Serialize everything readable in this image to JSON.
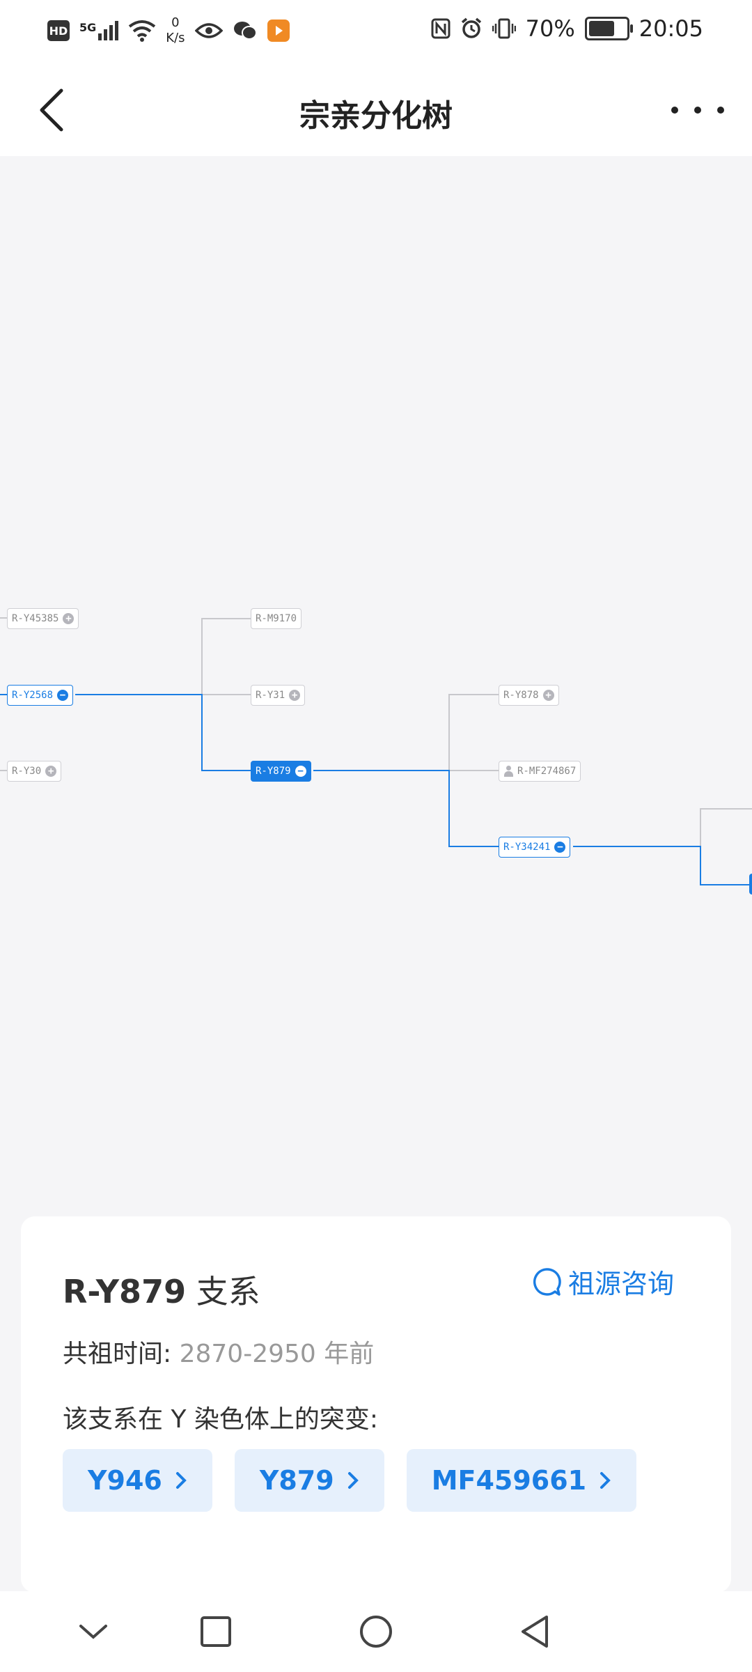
{
  "status_bar": {
    "hd": "HD",
    "network": "5G",
    "speed_value": "0",
    "speed_unit": "K/s",
    "battery_text": "70%",
    "battery_level": 0.7,
    "time": "20:05",
    "icons": [
      "signal-icon",
      "wifi-icon",
      "eye-icon",
      "wechat-icon",
      "app-icon",
      "nfc-icon",
      "alarm-icon",
      "vibrate-icon",
      "battery-icon"
    ]
  },
  "header": {
    "title": "宗亲分化树",
    "back_icon": "back-icon",
    "more_icon": "more-icon"
  },
  "tree": {
    "nodes": [
      {
        "id": "n1",
        "label": "R-Y45385",
        "state": "collapsed"
      },
      {
        "id": "n2",
        "label": "R-Y2568",
        "state": "expanded-path"
      },
      {
        "id": "n3",
        "label": "R-Y30",
        "state": "collapsed"
      },
      {
        "id": "n4",
        "label": "R-M9170",
        "state": "leaf"
      },
      {
        "id": "n5",
        "label": "R-Y31",
        "state": "collapsed"
      },
      {
        "id": "n6",
        "label": "R-Y879",
        "state": "selected"
      },
      {
        "id": "n7",
        "label": "R-Y878",
        "state": "collapsed"
      },
      {
        "id": "n8",
        "label": "R-MF274867",
        "state": "person"
      },
      {
        "id": "n9",
        "label": "R-Y34241",
        "state": "expanded-path"
      }
    ],
    "colors": {
      "accent": "#1a7de3",
      "line": "#c8c8cc"
    }
  },
  "card": {
    "branch_name": "R-Y879",
    "branch_suffix": "支系",
    "consult_label": "祖源咨询",
    "time_label": "共祖时间:",
    "time_value": "2870-2950 年前",
    "mutations_label": "该支系在 Y 染色体上的突变:",
    "mutations": [
      "Y946",
      "Y879",
      "MF459661"
    ]
  },
  "nav": {
    "icons": [
      "down-icon",
      "recent-apps-icon",
      "home-icon",
      "back-nav-icon"
    ]
  }
}
